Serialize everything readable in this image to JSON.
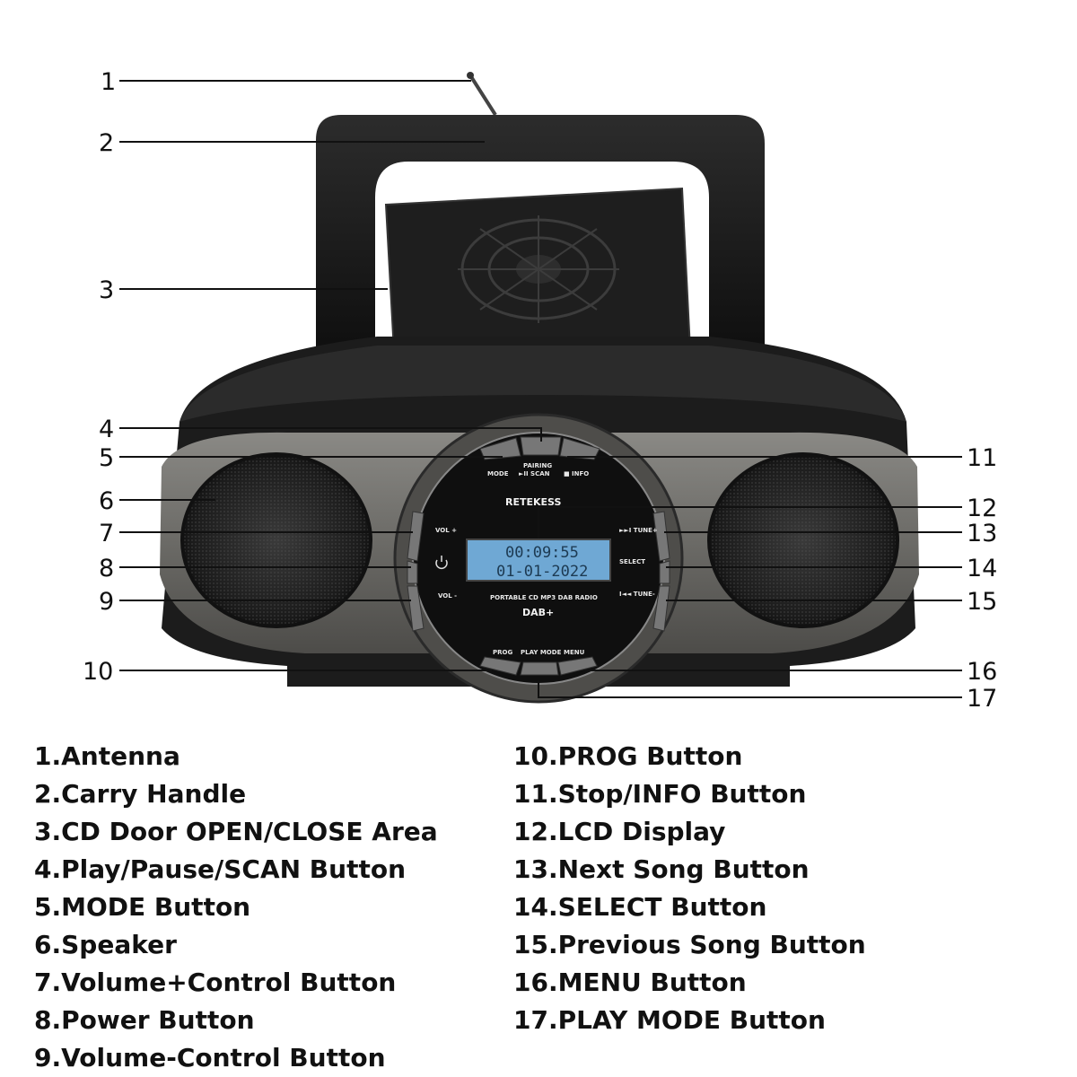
{
  "product": {
    "brand": "RETEKESS",
    "model_text": "PORTABLE CD MP3 DAB RADIO",
    "dab_logo": "DAB+",
    "lcd": {
      "time": "00:09:55",
      "date": "01-01-2022"
    },
    "panel_labels": {
      "pairing": "PAIRING",
      "mode": "MODE",
      "scan": "►II SCAN",
      "info": "■ INFO",
      "vol_plus": "VOL +",
      "vol_minus": "VOL -",
      "tune_plus": "►►I TUNE+",
      "tune_minus": "I◄◄ TUNE-",
      "select": "SELECT",
      "prog": "PROG",
      "play_mode": "PLAY MODE",
      "menu": "MENU"
    }
  },
  "callouts": [
    "1",
    "2",
    "3",
    "4",
    "5",
    "6",
    "7",
    "8",
    "9",
    "10",
    "11",
    "12",
    "13",
    "14",
    "15",
    "16",
    "17"
  ],
  "legend_left": [
    "1.Antenna",
    "2.Carry Handle",
    "3.CD Door OPEN/CLOSE Area",
    "4.Play/Pause/SCAN Button",
    "5.MODE Button",
    "6.Speaker",
    "7.Volume+Control Button",
    "8.Power Button",
    "9.Volume-Control Button"
  ],
  "legend_right": [
    "10.PROG Button",
    "11.Stop/INFO Button",
    "12.LCD Display",
    "13.Next Song Button",
    "14.SELECT Button",
    "15.Previous Song Button",
    "16.MENU Button",
    "17.PLAY MODE Button"
  ],
  "colors": {
    "body_dark": "#1a1a1a",
    "bezel_gray": "#6f6f6b",
    "lcd_blue": "#6fa8d4",
    "speaker_grille": "#2a2a2a"
  }
}
